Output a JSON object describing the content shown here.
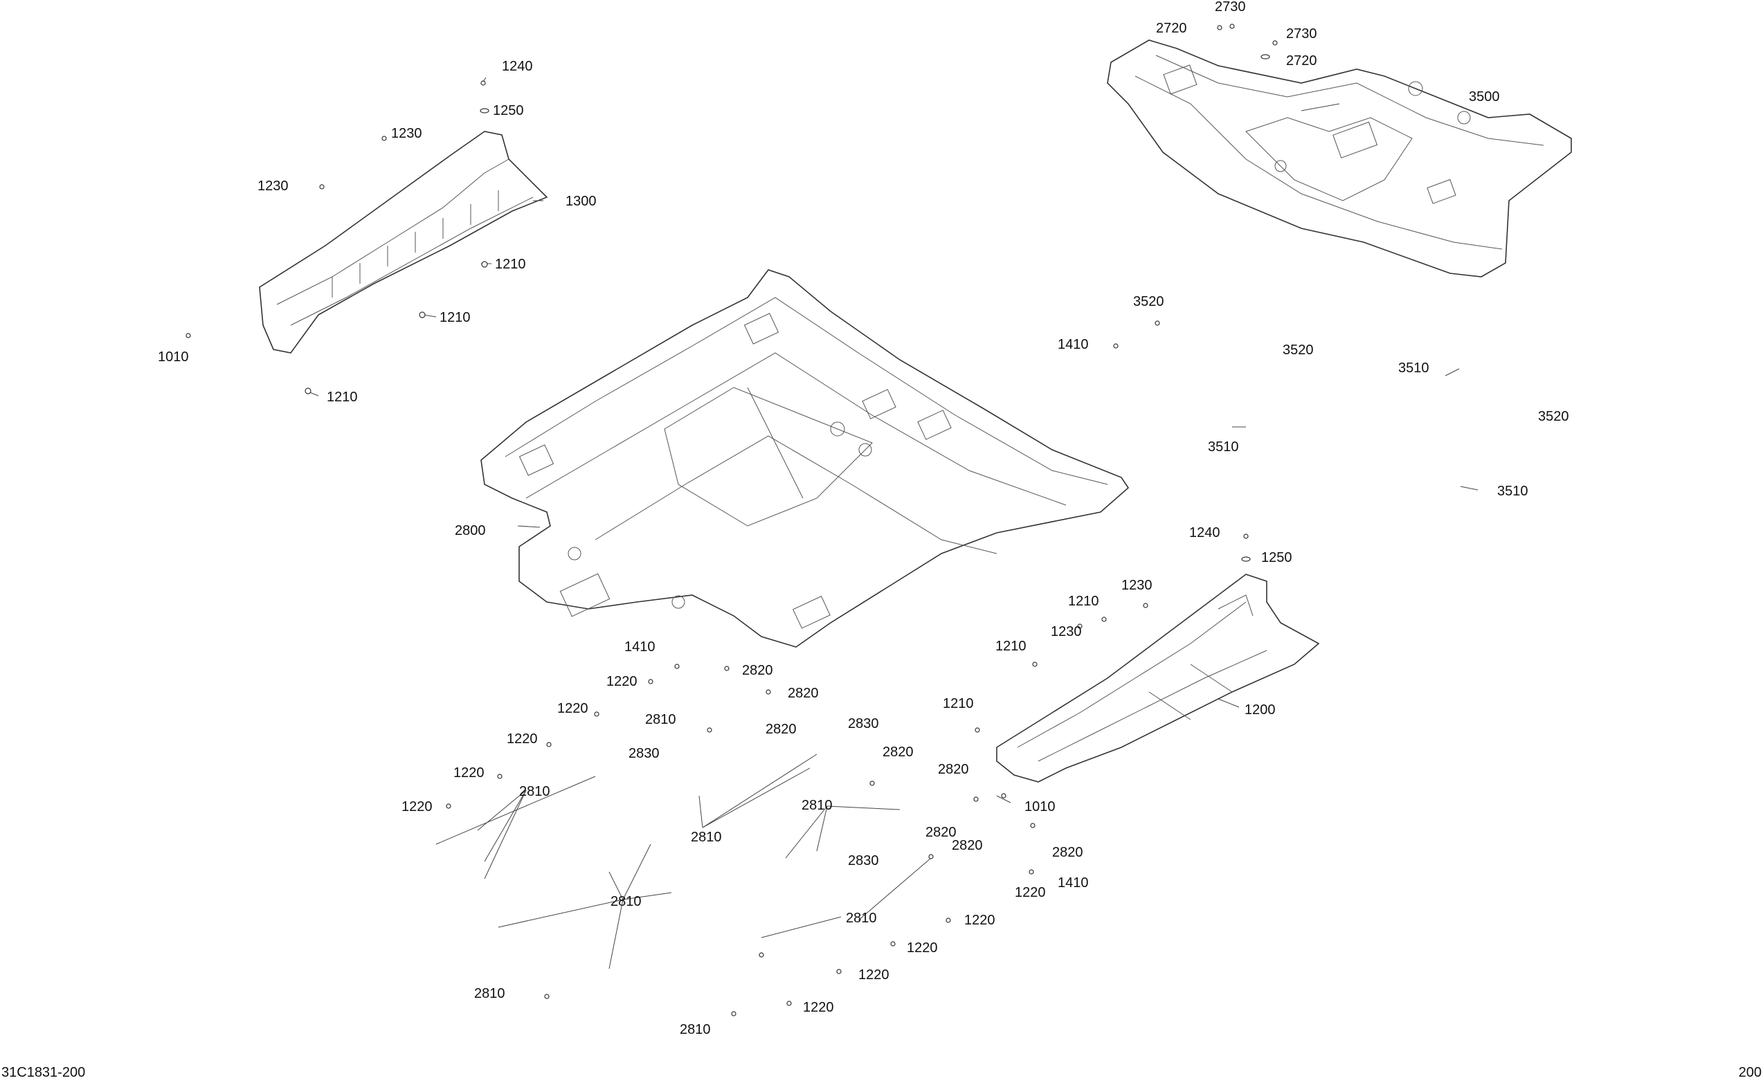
{
  "diagram": {
    "part_number_codes": [
      "1010",
      "1200",
      "1210",
      "1220",
      "1230",
      "1240",
      "1250",
      "1300",
      "1410",
      "2720",
      "2730",
      "2800",
      "2810",
      "2820",
      "2830",
      "3500",
      "3510",
      "3520"
    ]
  },
  "labels": [
    {
      "id": "l2730a",
      "text": "2730"
    },
    {
      "id": "l2720a",
      "text": "2720"
    },
    {
      "id": "l2730b",
      "text": "2730"
    },
    {
      "id": "l2720b",
      "text": "2720"
    },
    {
      "id": "l3500",
      "text": "3500"
    },
    {
      "id": "l1240a",
      "text": "1240"
    },
    {
      "id": "l1250a",
      "text": "1250"
    },
    {
      "id": "l1230a",
      "text": "1230"
    },
    {
      "id": "l1230b",
      "text": "1230"
    },
    {
      "id": "l1300",
      "text": "1300"
    },
    {
      "id": "l1210a",
      "text": "1210"
    },
    {
      "id": "l1210b",
      "text": "1210"
    },
    {
      "id": "l1010a",
      "text": "1010"
    },
    {
      "id": "l1210c",
      "text": "1210"
    },
    {
      "id": "l3520a",
      "text": "3520"
    },
    {
      "id": "l1410a",
      "text": "1410"
    },
    {
      "id": "l3520b",
      "text": "3520"
    },
    {
      "id": "l3510a",
      "text": "3510"
    },
    {
      "id": "l3520c",
      "text": "3520"
    },
    {
      "id": "l3510b",
      "text": "3510"
    },
    {
      "id": "l3510c",
      "text": "3510"
    },
    {
      "id": "l2800",
      "text": "2800"
    },
    {
      "id": "l1240b",
      "text": "1240"
    },
    {
      "id": "l1250b",
      "text": "1250"
    },
    {
      "id": "l1230c",
      "text": "1230"
    },
    {
      "id": "l1210d",
      "text": "1210"
    },
    {
      "id": "l1230d",
      "text": "1230"
    },
    {
      "id": "l1210e",
      "text": "1210"
    },
    {
      "id": "l1410b",
      "text": "1410"
    },
    {
      "id": "l2820a",
      "text": "2820"
    },
    {
      "id": "l1220a",
      "text": "1220"
    },
    {
      "id": "l2820b",
      "text": "2820"
    },
    {
      "id": "l1220b",
      "text": "1220"
    },
    {
      "id": "l2810a",
      "text": "2810"
    },
    {
      "id": "l2830a",
      "text": "2830"
    },
    {
      "id": "l2820c",
      "text": "2820"
    },
    {
      "id": "l1210f",
      "text": "1210"
    },
    {
      "id": "l1200",
      "text": "1200"
    },
    {
      "id": "l1220c",
      "text": "1220"
    },
    {
      "id": "l2830b",
      "text": "2830"
    },
    {
      "id": "l2820d",
      "text": "2820"
    },
    {
      "id": "l1220d",
      "text": "1220"
    },
    {
      "id": "l2820e",
      "text": "2820"
    },
    {
      "id": "l2810b",
      "text": "2810"
    },
    {
      "id": "l1220e",
      "text": "1220"
    },
    {
      "id": "l2810c",
      "text": "2810"
    },
    {
      "id": "l1010b",
      "text": "1010"
    },
    {
      "id": "l2810d",
      "text": "2810"
    },
    {
      "id": "l2820f",
      "text": "2820"
    },
    {
      "id": "l2820g",
      "text": "2820"
    },
    {
      "id": "l2820h",
      "text": "2820"
    },
    {
      "id": "l2830c",
      "text": "2830"
    },
    {
      "id": "l1220f",
      "text": "1220"
    },
    {
      "id": "l1410c",
      "text": "1410"
    },
    {
      "id": "l2810e",
      "text": "2810"
    },
    {
      "id": "l2810f",
      "text": "2810"
    },
    {
      "id": "l1220g",
      "text": "1220"
    },
    {
      "id": "l1220h",
      "text": "1220"
    },
    {
      "id": "l1220i",
      "text": "1220"
    },
    {
      "id": "l2810g",
      "text": "2810"
    },
    {
      "id": "l1220j",
      "text": "1220"
    },
    {
      "id": "l2810h",
      "text": "2810"
    }
  ],
  "footer": {
    "illustration_code": "31C1831-200",
    "page_code": "200"
  }
}
